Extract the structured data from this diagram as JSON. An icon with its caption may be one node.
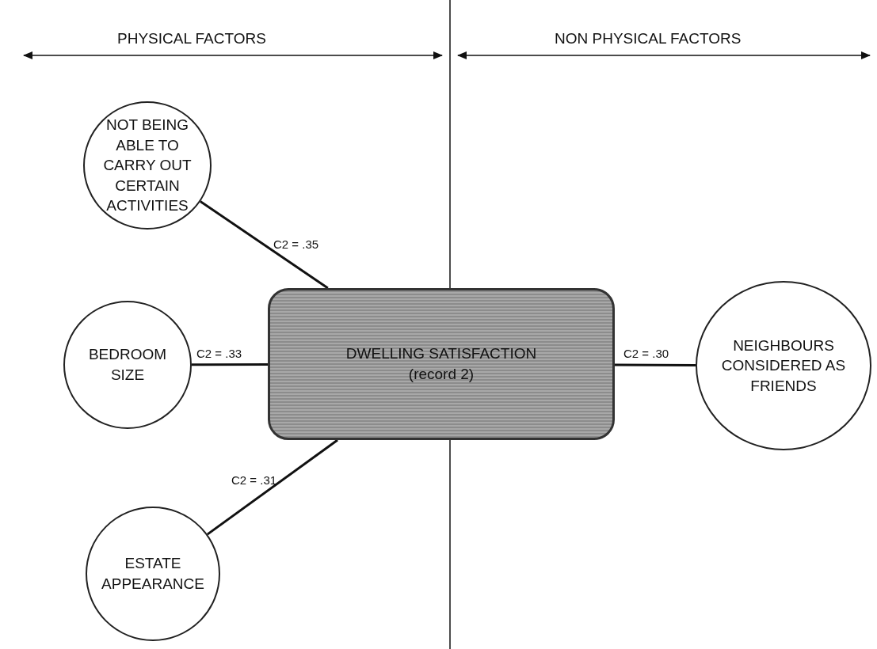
{
  "diagram": {
    "nodes": [
      {
        "text": [
          "NOT BEING ABLE TO CARRY OUT CERTAIN ACTIVITIES"
        ]
      },
      {
        "text": [
          "BEDROOM SIZE"
        ]
      },
      {
        "text": [
          "ESTATE APPEARANCE"
        ]
      },
      {
        "text": [
          "DWELLING SATISFACTION",
          "(record 2)"
        ]
      },
      {
        "text": [
          "NEIGHBOURS CONSIDERED AS FRIENDS"
        ]
      }
    ],
    "edges": [
      {
        "from": 0,
        "to": 3,
        "arrow": "none",
        "label": "C2 = .35"
      },
      {
        "from": 1,
        "to": 3,
        "arrow": "none",
        "label": "C2 = .33"
      },
      {
        "from": 2,
        "to": 3,
        "arrow": "none",
        "label": "C2 = .31"
      },
      {
        "from": 3,
        "to": 4,
        "arrow": "none",
        "label": "C2 = .30"
      }
    ],
    "labels": [
      "PHYSICAL FACTORS",
      "NON PHYSICAL FACTORS"
    ]
  }
}
